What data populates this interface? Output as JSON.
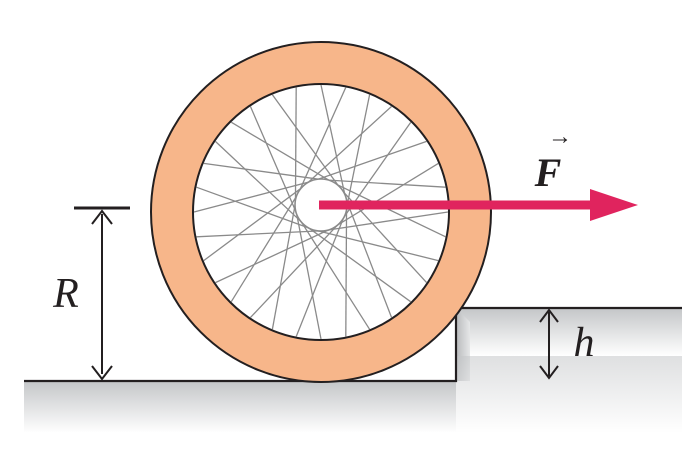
{
  "labels": {
    "radius": "R",
    "step_height": "h",
    "force": "F",
    "force_vector_mark": "→"
  },
  "colors": {
    "tire": "#f7b68a",
    "tire_outline": "#231f20",
    "spokes": "#8a8a8a",
    "force_arrow": "#e0245e",
    "ground_shade": "#c8cacc",
    "text": "#231f20"
  },
  "spoke_count": 32
}
